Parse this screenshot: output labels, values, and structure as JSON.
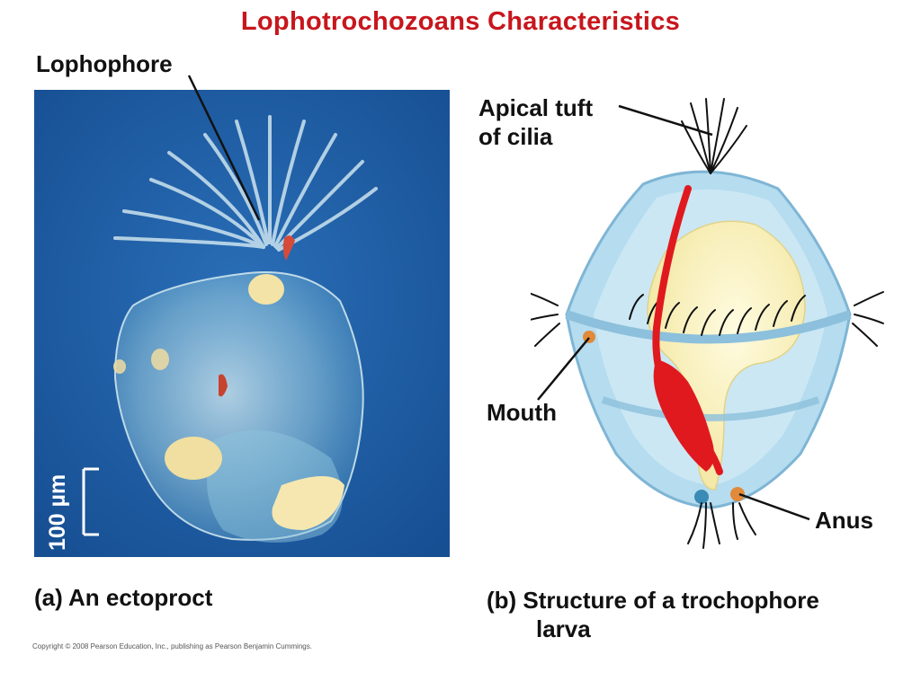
{
  "title": "Lophotrochozoans Characteristics",
  "labels": {
    "lophophore": "Lophophore",
    "apical_tuft_line1": "Apical tuft",
    "apical_tuft_line2": "of cilia",
    "mouth": "Mouth",
    "anus": "Anus"
  },
  "photo": {
    "scale_bar": "100 µm"
  },
  "captions": {
    "a": "(a) An ectoproct",
    "b_line1": "(b) Structure of a trochophore",
    "b_line2": "larva"
  },
  "copyright": "Copyright © 2008 Pearson Education, Inc., publishing as Pearson Benjamin Cummings.",
  "colors": {
    "title": "#c8161d",
    "photo_background": "#1d5ea6",
    "larva_body": "#a9d4ea",
    "gut": "#fff5bf",
    "nerve_red": "#e0191f"
  }
}
